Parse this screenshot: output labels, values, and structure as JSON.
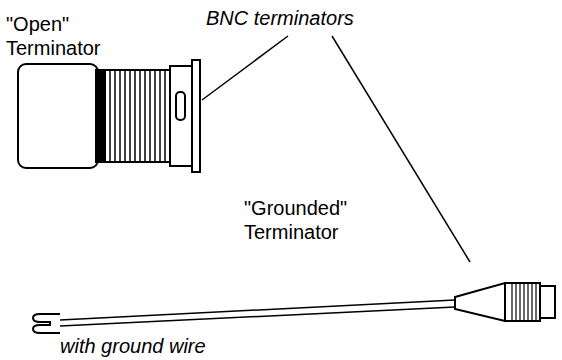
{
  "diagram": {
    "labels": [
      "BNC terminators",
      "\"Open\" Terminator",
      "\"Grounded\" Terminator",
      "with ground wire"
    ]
  }
}
